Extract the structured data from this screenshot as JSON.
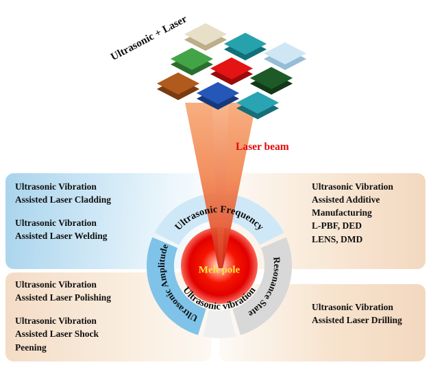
{
  "title": "Ultrasonic + Laser",
  "labels": {
    "laser_beam": "Laser beam",
    "melt_pole": "Melt pole"
  },
  "ring": {
    "top": "Ultrasonic Frequency",
    "left": "Ultrasonic Amplitude",
    "right": "Resonance State",
    "bottom": "Ultrasonic vibration",
    "colors": {
      "top": "#cfe8f7",
      "left": "#7fc3e8",
      "right": "#d8d8d8",
      "bottom": "#efefef"
    }
  },
  "panels": {
    "top_left": {
      "blocks": [
        "Ultrasonic Vibration\nAssisted Laser Cladding",
        "Ultrasonic Vibration\nAssisted Laser Welding"
      ]
    },
    "top_right": {
      "blocks": [
        "Ultrasonic Vibration\nAssisted Additive\nManufacturing\nL-PBF, DED\nLENS, DMD"
      ]
    },
    "bottom_left": {
      "blocks": [
        "Ultrasonic Vibration\nAssisted Laser Polishing",
        "Ultrasonic Vibration\nAssisted Laser Shock\nPeening"
      ]
    },
    "bottom_right": {
      "blocks": [
        "Ultrasonic Vibration\nAssisted Laser Drilling"
      ]
    }
  },
  "colors": {
    "laser_beam": "#ef8050",
    "melt_glow": "#e60000",
    "melt_pole_text": "#ffe23c",
    "laser_beam_label": "#e40808"
  },
  "tiles": [
    {
      "name": "beige",
      "top": "#e8dfc8",
      "side": "#bcae88"
    },
    {
      "name": "teal",
      "top": "#25a2ac",
      "side": "#136e77"
    },
    {
      "name": "light-blue",
      "top": "#cfe6f4",
      "side": "#96bdd6"
    },
    {
      "name": "green",
      "top": "#43a447",
      "side": "#2a6e2e"
    },
    {
      "name": "red",
      "top": "#e41414",
      "side": "#9a0b0b"
    },
    {
      "name": "dark-green",
      "top": "#1d5a28",
      "side": "#113818"
    },
    {
      "name": "brown",
      "top": "#b05a1d",
      "side": "#793b10"
    },
    {
      "name": "blue",
      "top": "#2457b8",
      "side": "#16397d"
    },
    {
      "name": "cyan",
      "top": "#2aa4b2",
      "side": "#166e79"
    }
  ]
}
